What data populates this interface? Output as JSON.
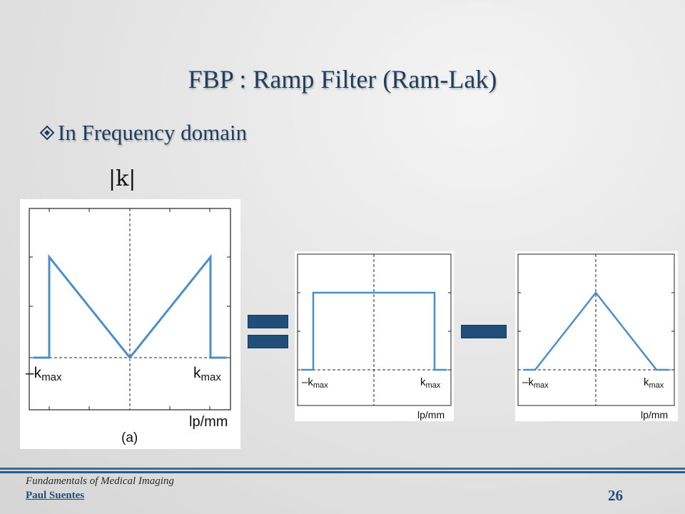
{
  "slide": {
    "title": "FBP : Ramp Filter (Ram-Lak)",
    "bullet": "In Frequency domain",
    "k_abs": "|k|"
  },
  "footer": {
    "course": "Fundamentals of Medical Imaging",
    "author": "Paul Suentes",
    "page_number": "26"
  },
  "panels": {
    "a": {
      "neg_k": "–k",
      "pos_k": "k",
      "sub": "max",
      "unit": "lp/mm",
      "caption": "(a)"
    },
    "b": {
      "neg_k": "–k",
      "pos_k": "k",
      "sub": "max",
      "unit": "lp/mm"
    },
    "c": {
      "neg_k": "–k",
      "pos_k": "k",
      "sub": "max",
      "unit": "lp/mm"
    }
  },
  "chart_data": [
    {
      "type": "line",
      "shape": "ramp",
      "x": [
        -1.2,
        -1,
        -1,
        0,
        1,
        1,
        1.2
      ],
      "y": [
        0,
        0,
        1,
        0,
        1,
        0,
        0
      ]
    },
    {
      "type": "line",
      "shape": "rect",
      "x": [
        -1.2,
        -1,
        -1,
        1,
        1,
        1.2
      ],
      "y": [
        0,
        0,
        1,
        1,
        0,
        0
      ]
    },
    {
      "type": "line",
      "shape": "triangle",
      "x": [
        -1.2,
        -1,
        0,
        1,
        1.2
      ],
      "y": [
        0,
        0,
        1,
        0,
        0
      ]
    }
  ],
  "colors": {
    "curve": "#4a90c8",
    "title": "#1f3d5c",
    "operator": "#1f4e79"
  }
}
